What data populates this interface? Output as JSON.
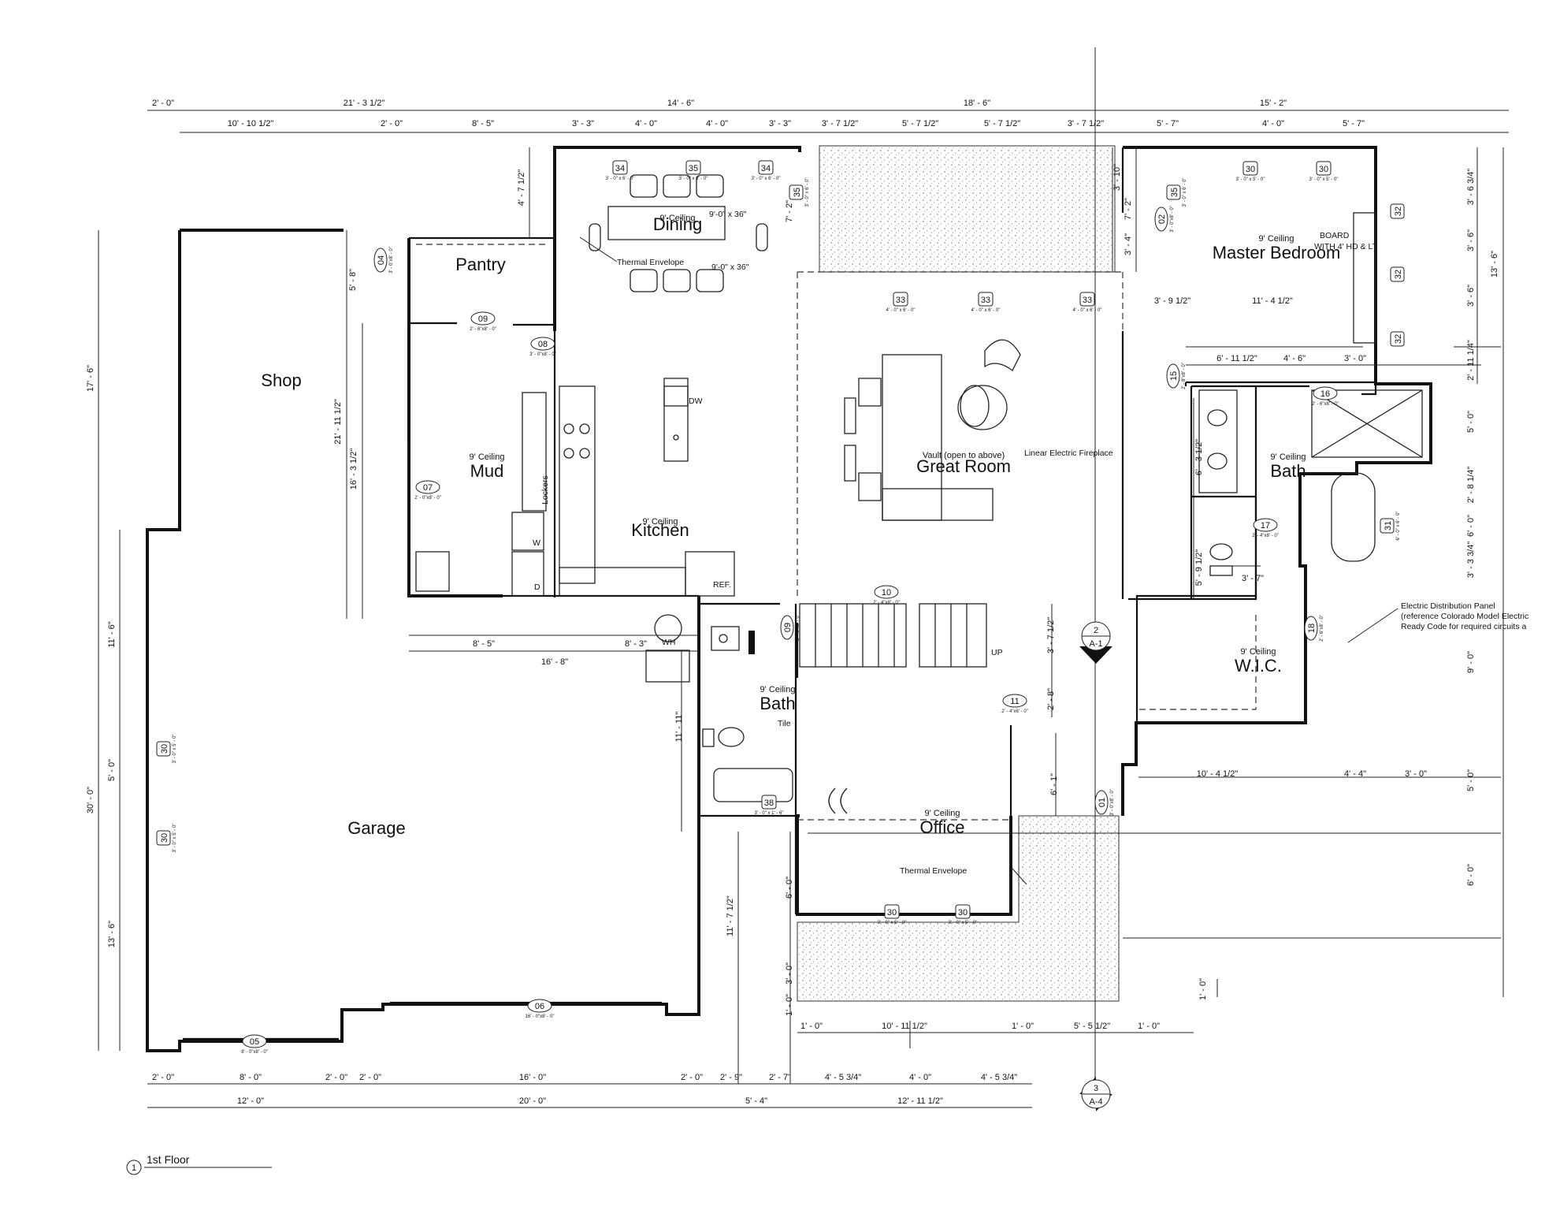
{
  "drawing_title": "1st Floor",
  "view_number": "1",
  "rooms": [
    {
      "name": "Pantry",
      "ceiling": ""
    },
    {
      "name": "Dining",
      "ceiling": "9' Ceiling"
    },
    {
      "name": "Master Bedroom",
      "ceiling": "9' Ceiling"
    },
    {
      "name": "Shop",
      "ceiling": ""
    },
    {
      "name": "Mud",
      "ceiling": "9' Ceiling"
    },
    {
      "name": "Kitchen",
      "ceiling": "9' Ceiling"
    },
    {
      "name": "Great Room",
      "ceiling": "Vault (open to above)"
    },
    {
      "name": "Bath",
      "ceiling": "9' Ceiling"
    },
    {
      "name": "W.I.C.",
      "ceiling": "9' Ceiling"
    },
    {
      "name": "Bath",
      "ceiling": "9' Ceiling"
    },
    {
      "name": "Office",
      "ceiling": "9' Ceiling"
    },
    {
      "name": "Garage",
      "ceiling": ""
    }
  ],
  "notes": {
    "thermal_envelope": "Thermal Envelope",
    "fireplace": "Linear Electric Fireplace",
    "tile": "Tile",
    "lockers": "Lockers",
    "dining_table": "9'-0\" x 36\"",
    "dining_table_mirror": "9'-0\" x 36\"",
    "electric_panel": [
      "Electric Distribution Panel",
      "(reference Colorado Model Electric",
      "Ready Code for required circuits a"
    ],
    "board_1": "BOARD",
    "board_2": "WITH 4' HD & LT",
    "dw": "DW",
    "ref": "REF.",
    "wh": "WH",
    "w": "W",
    "d": "D",
    "up": "UP"
  },
  "section_marks": [
    {
      "number": "2",
      "sheet": "A-1"
    },
    {
      "number": "3",
      "sheet": "A-4"
    }
  ],
  "top_dims_row1": [
    "2' - 0\"",
    "21' - 3 1/2\"",
    "14' - 6\"",
    "18' - 6\"",
    "15' - 2\""
  ],
  "top_dims_row2": [
    "10' - 10 1/2\"",
    "2' - 0\"",
    "8' - 5\"",
    "3' - 3\"",
    "4' - 0\"",
    "4' - 0\"",
    "3' - 3\"",
    "3' - 7 1/2\"",
    "5' - 7 1/2\"",
    "5' - 7 1/2\"",
    "3' - 7 1/2\"",
    "5' - 7\"",
    "4' - 0\"",
    "5' - 7\""
  ],
  "bottom_dims_row1": [
    "2' - 0\"",
    "8' - 0\"",
    "2' - 0\"",
    "2' - 0\"",
    "16' - 0\"",
    "2' - 0\"",
    "2' - 9\"",
    "2' - 7\"",
    "4' - 5 3/4\"",
    "4' - 0\"",
    "4' - 5 3/4\""
  ],
  "bottom_dims_row2": [
    "12' - 0\"",
    "20' - 0\"",
    "5' - 4\"",
    "12' - 11 1/2\""
  ],
  "porch_dims": [
    "1' - 0\"",
    "10' - 11 1/2\"",
    "1' - 0\"",
    "5' - 5 1/2\"",
    "1' - 0\""
  ],
  "left_dims": [
    "17' - 6\"",
    "30' - 0\"",
    "11' - 6\"",
    "5' - 0\"",
    "13' - 6\""
  ],
  "right_dims": [
    "3' - 6 3/4\"",
    "3' - 6\"",
    "3' - 6\"",
    "2' - 11 1/4\"",
    "13' - 6\"",
    "5' - 0\"",
    "2' - 8 1/4\"",
    "6' - 0\"",
    "3' - 3 3/4\"",
    "9' - 0\"",
    "5' - 0\"",
    "6' - 0\"",
    "1' - 0\""
  ],
  "interior_dims": [
    "4' - 7 1/2\"",
    "5' - 8\"",
    "21' - 11 1/2\"",
    "16' - 3 1/2\"",
    "8' - 5\"",
    "8' - 3\"",
    "16' - 8\"",
    "7' - 2\"",
    "3' - 10\"",
    "7' - 2\"",
    "3' - 4\"",
    "3' - 9 1/2\"",
    "11' - 4 1/2\"",
    "6' - 11 1/2\"",
    "4' - 6\"",
    "3' - 0\"",
    "6' - 3 1/2\"",
    "5' - 9 1/2\"",
    "3' - 7\"",
    "3' - 7 1/2\"",
    "2' - 8\"",
    "11' - 11\"",
    "6' - 1\"",
    "6' - 0\"",
    "11' - 7 1/2\"",
    "3' - 0\"",
    "1' - 0\"",
    "10' - 4 1/2\"",
    "4' - 4\"",
    "3' - 0\""
  ],
  "tags": [
    {
      "num": "34",
      "size": "3' - 0\" x 6' - 0\""
    },
    {
      "num": "35",
      "size": "3' - 0\" x 6' - 0\""
    },
    {
      "num": "34",
      "size": "3' - 0\" x 6' - 0\""
    },
    {
      "num": "35",
      "size": "3' - 0\" x 6' - 0\""
    },
    {
      "num": "04",
      "size": "3' - 0\"x8' - 0\""
    },
    {
      "num": "09",
      "size": "2' - 6\"x8' - 0\""
    },
    {
      "num": "08",
      "size": "3' - 0\"x8' - 0\""
    },
    {
      "num": "33",
      "size": "4' - 0\" x 6' - 0\""
    },
    {
      "num": "33",
      "size": "4' - 0\" x 6' - 0\""
    },
    {
      "num": "33",
      "size": "4' - 0\" x 6' - 0\""
    },
    {
      "num": "30",
      "size": "3' - 0\" x 5' - 0\""
    },
    {
      "num": "30",
      "size": "3' - 0\" x 5' - 0\""
    },
    {
      "num": "35",
      "size": "3' - 0\" x 6' - 0\""
    },
    {
      "num": "02",
      "size": "3' - 0\"x8' - 0\""
    },
    {
      "num": "32",
      "size": ""
    },
    {
      "num": "32",
      "size": ""
    },
    {
      "num": "32",
      "size": ""
    },
    {
      "num": "15",
      "size": "2' - 8\"x8' - 0\""
    },
    {
      "num": "16",
      "size": "2' - 6\"x8' - 0\""
    },
    {
      "num": "17",
      "size": "2' - 4\"x8' - 0\""
    },
    {
      "num": "31",
      "size": "6' - 0\" x 6' - 0\""
    },
    {
      "num": "18",
      "size": "2' - 6\"x8' - 0\""
    },
    {
      "num": "07",
      "size": "2' - 0\"x8' - 0\""
    },
    {
      "num": "10",
      "size": "2' - 4\"x8' - 0\""
    },
    {
      "num": "09",
      "size": "2' - 6\"x8' - 0\""
    },
    {
      "num": "11",
      "size": "2' - 4\"x6' - 0\""
    },
    {
      "num": "01",
      "size": "3' - 0\"x8' - 0\""
    },
    {
      "num": "30",
      "size": "3' - 0\" x 5' - 0\""
    },
    {
      "num": "30",
      "size": "3' - 0\" x 5' - 0\""
    },
    {
      "num": "38",
      "size": "3' - 0\" x 1' - 6\""
    },
    {
      "num": "30",
      "size": "3' - 0\" x 5' - 0\""
    },
    {
      "num": "30",
      "size": "3' - 0\" x 5' - 0\""
    },
    {
      "num": "06",
      "size": "16' - 0\"x8' - 0\""
    },
    {
      "num": "05",
      "size": "8' - 0\"x8' - 0\""
    }
  ]
}
